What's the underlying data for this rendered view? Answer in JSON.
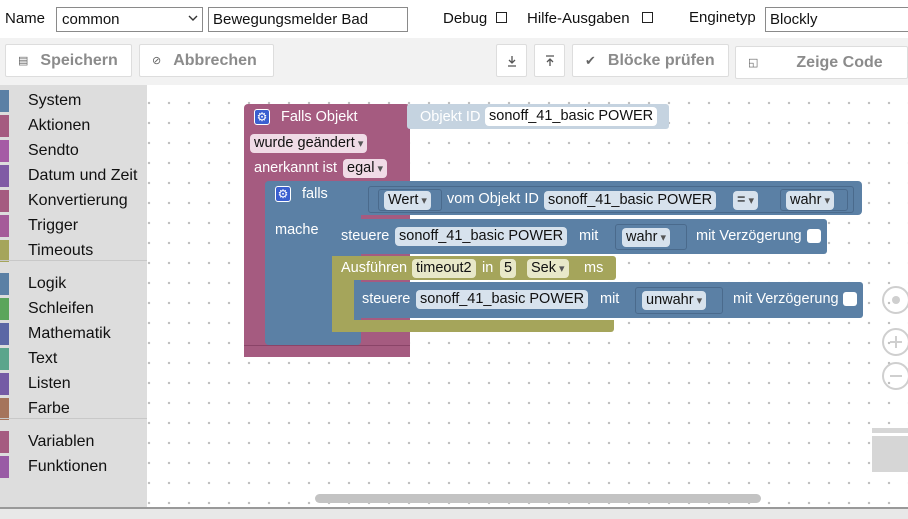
{
  "header": {
    "name_label": "Name",
    "folder_value": "common",
    "script_name": "Bewegungsmelder Bad",
    "debug_label": "Debug",
    "help_label": "Hilfe-Ausgaben",
    "engine_label": "Enginetyp",
    "engine_value": "Blockly"
  },
  "toolbar": {
    "save_label": "Speichern",
    "cancel_label": "Abbrechen",
    "check_label": "Blöcke prüfen",
    "show_code_label": "Zeige Code"
  },
  "sidebar": {
    "groups": [
      [
        {
          "label": "System",
          "color": "#5b80a5"
        },
        {
          "label": "Aktionen",
          "color": "#a55b80"
        },
        {
          "label": "Sendto",
          "color": "#a55ba5"
        },
        {
          "label": "Datum und Zeit",
          "color": "#805ba5"
        },
        {
          "label": "Konvertierung",
          "color": "#a55b80"
        },
        {
          "label": "Trigger",
          "color": "#a55b99"
        },
        {
          "label": "Timeouts",
          "color": "#a5a55b"
        }
      ],
      [
        {
          "label": "Logik",
          "color": "#5b80a5"
        },
        {
          "label": "Schleifen",
          "color": "#5ba55b"
        },
        {
          "label": "Mathematik",
          "color": "#5b67a5"
        },
        {
          "label": "Text",
          "color": "#5ba58c"
        },
        {
          "label": "Listen",
          "color": "#745ba5"
        },
        {
          "label": "Farbe",
          "color": "#a5745b"
        }
      ],
      [
        {
          "label": "Variablen",
          "color": "#a55b80"
        },
        {
          "label": "Funktionen",
          "color": "#995ba5"
        }
      ]
    ]
  },
  "blocks": {
    "trigger": {
      "title": "Falls Objekt",
      "object_label": "Objekt ID",
      "object_id": "sonoff_41_basic POWER",
      "changed": "wurde geändert",
      "ack_label": "anerkannt ist",
      "ack_value": "egal"
    },
    "if": {
      "label": "falls",
      "do_label": "mache",
      "value_label": "Wert",
      "from_label": "vom Objekt ID",
      "object_id": "sonoff_41_basic POWER",
      "operator": "=",
      "compare_value": "wahr"
    },
    "set1": {
      "label": "steuere",
      "object_id": "sonoff_41_basic POWER",
      "with_label": "mit",
      "value": "wahr",
      "delay_label": "mit Verzögerung"
    },
    "timeout": {
      "label": "Ausführen",
      "name": "timeout2",
      "in_label": "in",
      "amount": "5",
      "unit": "Sek",
      "ms_label": "ms"
    },
    "set2": {
      "label": "steuere",
      "object_id": "sonoff_41_basic POWER",
      "with_label": "mit",
      "value": "unwahr",
      "delay_label": "mit Verzögerung"
    }
  },
  "colors": {
    "event": "#a55b80",
    "logic": "#5b80a5",
    "timeout": "#a5a55b",
    "object_id_block": "#c5d3e0"
  },
  "icons": {
    "save": "floppy-icon",
    "cancel": "cancel-icon",
    "export": "download-icon",
    "import": "upload-icon",
    "check": "checkmark-icon",
    "code": "code-icon"
  }
}
